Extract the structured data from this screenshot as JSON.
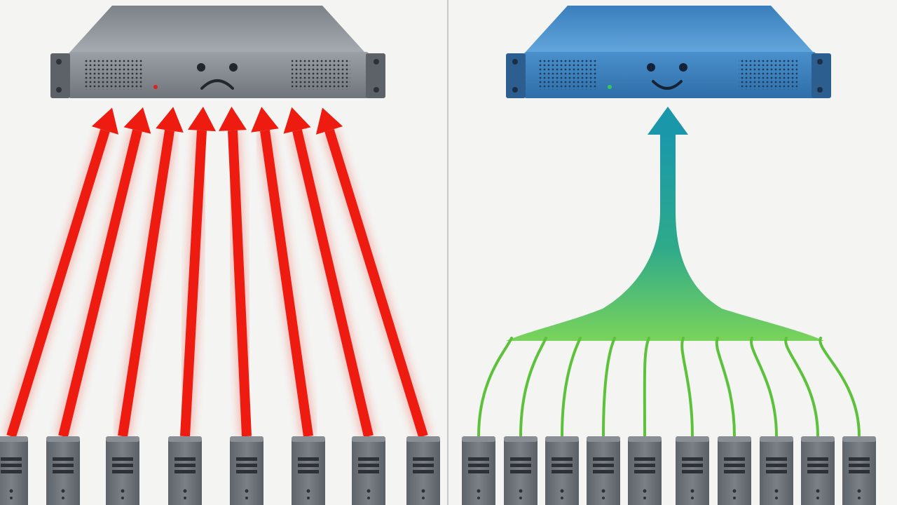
{
  "colors": {
    "background": "#f4f4f2",
    "divider": "#c8c8c8",
    "overloaded_server": "#8a9096",
    "overloaded_led": "#e02020",
    "overloaded_arrow": "#ee1c10",
    "healthy_server": "#3f84c0",
    "healthy_led": "#33cc55",
    "healthy_trunk_top": "#1a9aa8",
    "healthy_trunk_bottom": "#7ad35a",
    "healthy_cable": "#5cc23c",
    "client": "#6c7278"
  },
  "panels": {
    "left": {
      "server_mood": "sad",
      "connection_style": "one-per-client",
      "client_count": 8,
      "connection_count": 8
    },
    "right": {
      "server_mood": "happy",
      "connection_style": "pooled-single",
      "client_count": 10,
      "connection_count": 1
    }
  },
  "icons": [
    "server-rack-icon",
    "client-tower-icon",
    "frown-face-icon",
    "smile-face-icon",
    "arrow-up-icon"
  ]
}
